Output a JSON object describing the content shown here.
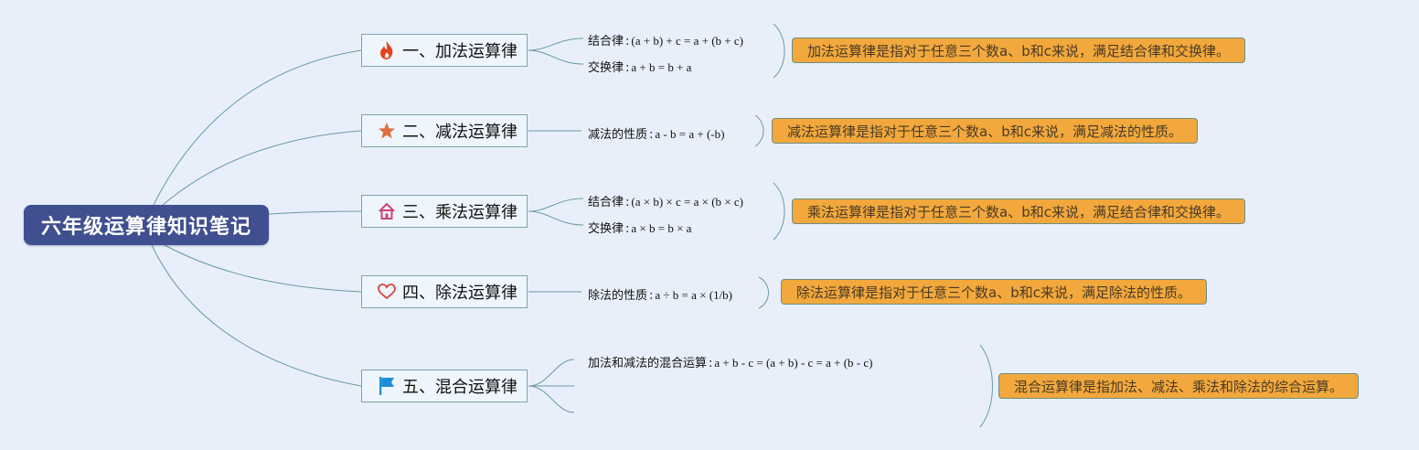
{
  "root": {
    "title": "六年级运算律知识笔记"
  },
  "branches": [
    {
      "title": "一、加法运算律",
      "icon": "fire-icon",
      "rules": [
        {
          "label": "结合律",
          "formula": "(a + b) + c = a + (b + c)"
        },
        {
          "label": "交换律",
          "formula": "a + b = b + a"
        }
      ],
      "summary": "加法运算律是指对于任意三个数a、b和c来说，满足结合律和交换律。"
    },
    {
      "title": "二、减法运算律",
      "icon": "star-icon",
      "rules": [
        {
          "label": "减法的性质",
          "formula": "a - b = a + (-b)"
        }
      ],
      "summary": "减法运算律是指对于任意三个数a、b和c来说，满足减法的性质。"
    },
    {
      "title": "三、乘法运算律",
      "icon": "house-icon",
      "rules": [
        {
          "label": "结合律",
          "formula": "(a × b) × c = a × (b × c)"
        },
        {
          "label": "交换律",
          "formula": "a × b = b × a"
        }
      ],
      "summary": "乘法运算律是指对于任意三个数a、b和c来说，满足结合律和交换律。"
    },
    {
      "title": "四、除法运算律",
      "icon": "heart-icon",
      "rules": [
        {
          "label": "除法的性质",
          "formula": "a ÷ b = a × (1/b)"
        }
      ],
      "summary": "除法运算律是指对于任意三个数a、b和c来说，满足除法的性质。"
    },
    {
      "title": "五、混合运算律",
      "icon": "flag-icon",
      "rules": [
        {
          "label": "加法和减法的混合运算",
          "formula": "a + b - c = (a + b) - c = a + (b - c)"
        }
      ],
      "summary": "混合运算律是指加法、减法、乘法和除法的综合运算。"
    }
  ],
  "colors": {
    "root_bg": "#3f4f8f",
    "branch_border": "#7aa5ae",
    "summary_bg": "#f2a83c",
    "line": "#6a9aa2",
    "fire": "#e8431f",
    "star": "#e07040",
    "house": "#d0447a",
    "heart": "#d9443f",
    "flag": "#1e8fd6"
  }
}
